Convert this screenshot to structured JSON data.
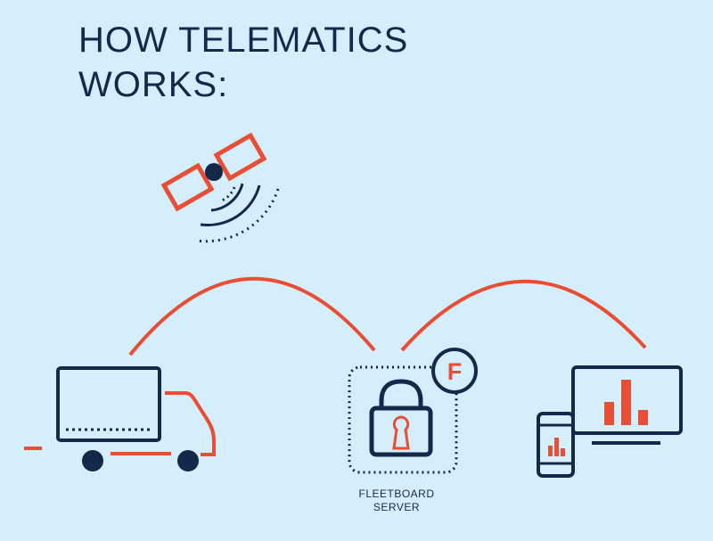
{
  "title": {
    "line1": "HOW TELEMATICS",
    "line2": "WORKS:"
  },
  "server": {
    "badge_letter": "F",
    "label_line1": "FLEETBOARD",
    "label_line2": "SERVER"
  },
  "icons": [
    "satellite-icon",
    "truck-icon",
    "padlock-icon",
    "smartphone-icon",
    "monitor-icon"
  ],
  "colors": {
    "background": "#d5eefb",
    "navy": "#13294b",
    "accent": "#e94e35"
  }
}
